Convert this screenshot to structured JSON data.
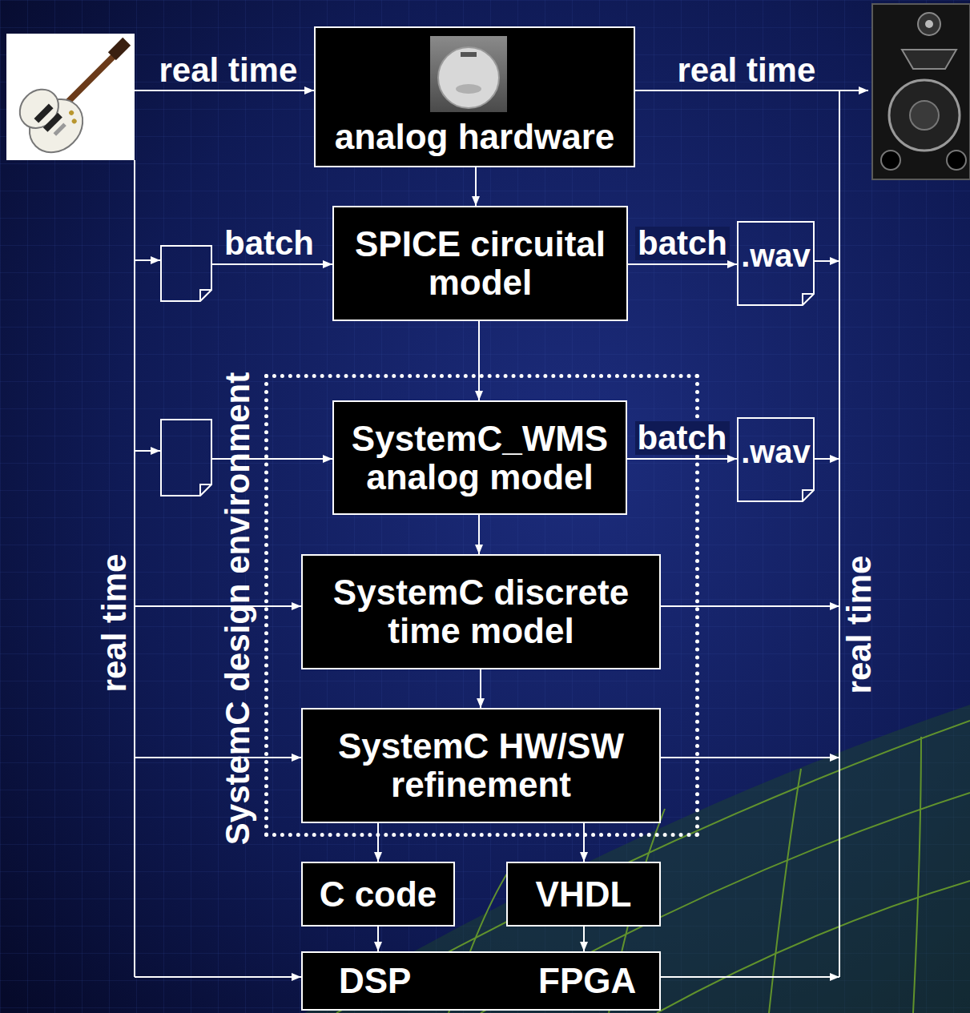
{
  "diagram": {
    "nodes": [
      {
        "text": [
          "analog hardware"
        ]
      },
      {
        "text": [
          "SPICE circuital model"
        ]
      },
      {
        "text": [
          ".wav"
        ]
      },
      {
        "text": [
          "SystemC design environment"
        ]
      },
      {
        "text": [
          "SystemC_WMS analog model"
        ],
        "in": 3
      },
      {
        "text": [
          ".wav"
        ]
      },
      {
        "text": [
          "SystemC discrete time model"
        ],
        "in": 3
      },
      {
        "text": [
          "SystemC HW/SW refinement"
        ],
        "in": 3
      },
      {
        "text": [
          "C code"
        ]
      },
      {
        "text": [
          "VHDL"
        ]
      },
      {
        "text": [
          "DSP",
          "FPGA"
        ]
      }
    ],
    "edges": [
      {
        "from": 0,
        "to": 1,
        "arrow": "to"
      },
      {
        "from": 1,
        "to": 4,
        "arrow": "to"
      },
      {
        "from": 1,
        "to": 2,
        "label": "batch",
        "arrow": "to"
      },
      {
        "from": 4,
        "to": 5,
        "label": "batch",
        "arrow": "to"
      },
      {
        "from": 4,
        "to": 6,
        "arrow": "to"
      },
      {
        "from": 6,
        "to": 7,
        "arrow": "to"
      },
      {
        "from": 7,
        "to": 8,
        "arrow": "to"
      },
      {
        "from": 7,
        "to": 9,
        "arrow": "to"
      },
      {
        "from": 8,
        "to": 10,
        "arrow": "to"
      },
      {
        "from": 9,
        "to": 10,
        "arrow": "to"
      }
    ],
    "labels": [
      "real time",
      "real time",
      "batch",
      "real time",
      "real time"
    ]
  }
}
